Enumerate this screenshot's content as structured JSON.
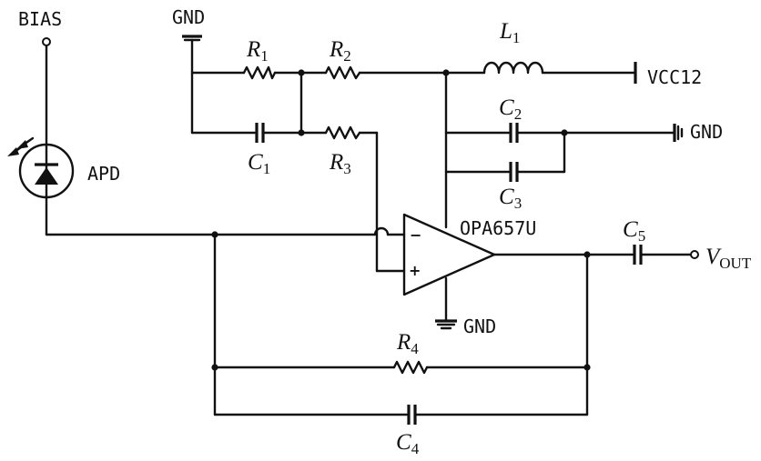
{
  "labels": {
    "bias": "BIAS",
    "gnd_top": "GND",
    "gnd_right": "GND",
    "gnd_bottom": "GND",
    "vcc": "VCC12",
    "apd": "APD",
    "opamp": "OPA657U",
    "vout_main": "V",
    "vout_sub": "OUT",
    "minus": "−",
    "plus": "+"
  },
  "components": {
    "r1": {
      "letter": "R",
      "index": "1"
    },
    "r2": {
      "letter": "R",
      "index": "2"
    },
    "r3": {
      "letter": "R",
      "index": "3"
    },
    "r4": {
      "letter": "R",
      "index": "4"
    },
    "c1": {
      "letter": "C",
      "index": "1"
    },
    "c2": {
      "letter": "C",
      "index": "2"
    },
    "c3": {
      "letter": "C",
      "index": "3"
    },
    "c4": {
      "letter": "C",
      "index": "4"
    },
    "c5": {
      "letter": "C",
      "index": "5"
    },
    "l1": {
      "letter": "L",
      "index": "1"
    }
  }
}
